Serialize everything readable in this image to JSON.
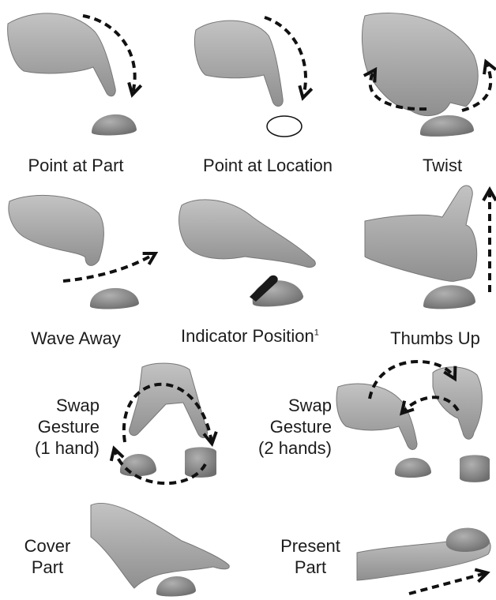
{
  "gestures": {
    "point_part": {
      "label": "Point at Part"
    },
    "point_location": {
      "label": "Point at Location"
    },
    "twist": {
      "label": "Twist"
    },
    "wave_away": {
      "label": "Wave Away"
    },
    "indicator_position": {
      "label": "Indicator Position",
      "footnote": "1"
    },
    "thumbs_up": {
      "label": "Thumbs Up"
    },
    "swap_one_hand": {
      "lines": [
        "Swap",
        "Gesture",
        "(1 hand)"
      ]
    },
    "swap_two_hands": {
      "lines": [
        "Swap",
        "Gesture",
        "(2 hands)"
      ]
    },
    "cover_part": {
      "lines": [
        "Cover",
        "Part"
      ]
    },
    "present_part": {
      "lines": [
        "Present",
        "Part"
      ]
    }
  },
  "colors": {
    "skin": "#a9a9a9",
    "part": "#8c8c8c",
    "arrow": "#111111",
    "background": "#ffffff"
  }
}
